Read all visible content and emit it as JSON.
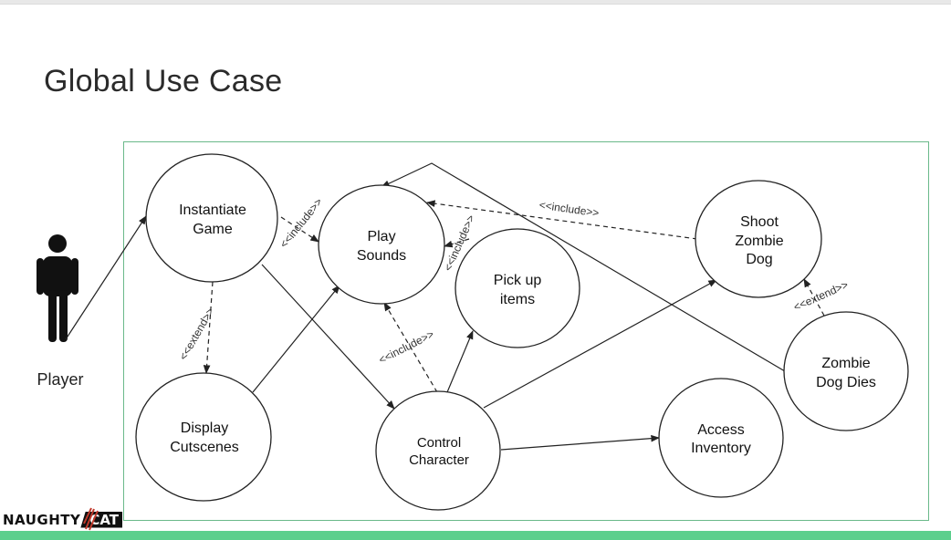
{
  "slide": {
    "title": "Global Use Case"
  },
  "actor": {
    "label": "Player",
    "icon": "person-icon"
  },
  "use_cases": {
    "instantiate_game": [
      "Instantiate",
      "Game"
    ],
    "play_sounds": [
      "Play",
      "Sounds"
    ],
    "pick_up_items": [
      "Pick up",
      "items"
    ],
    "shoot_zombie_dog": [
      "Shoot",
      "Zombie",
      "Dog"
    ],
    "display_cutscenes": [
      "Display",
      "Cutscenes"
    ],
    "control_character": [
      "Control",
      "Character"
    ],
    "access_inventory": [
      "Access",
      "Inventory"
    ],
    "zombie_dog_dies": [
      "Zombie",
      "Dog Dies"
    ]
  },
  "relations": {
    "include": "<<include>>",
    "extend": "<<extend>>"
  },
  "logo": {
    "part1": "NAUGHTY",
    "part2": "CAT"
  },
  "colors": {
    "system_border": "#6ab98a",
    "bottom_bar": "#5ccf8d",
    "line": "#222222"
  }
}
